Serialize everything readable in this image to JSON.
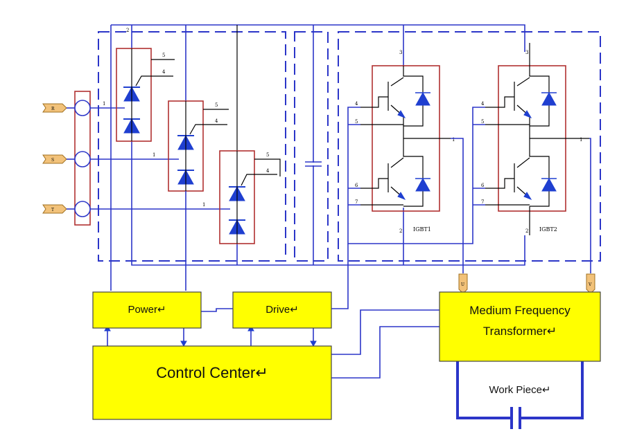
{
  "blocks": {
    "power": "Power↵",
    "drive": "Drive↵",
    "control_center": "Control Center↵",
    "mf_transformer_line1": "Medium Frequency",
    "mf_transformer_line2": "Transformer↵",
    "work_piece": "Work Piece↵"
  },
  "inputs": {
    "r": "R",
    "s": "S",
    "t": "T"
  },
  "outputs": {
    "u": "U",
    "v": "V"
  },
  "igbt": {
    "first": "IGBT1",
    "second": "IGBT2"
  },
  "pin_labels": {
    "p1": "1",
    "p2": "2",
    "p3": "3",
    "p4": "4",
    "p5": "5",
    "p6": "6",
    "p7": "7"
  },
  "colors": {
    "wire": "#2b35c8",
    "block_fill": "#ffff00",
    "module_border": "#b03030"
  }
}
